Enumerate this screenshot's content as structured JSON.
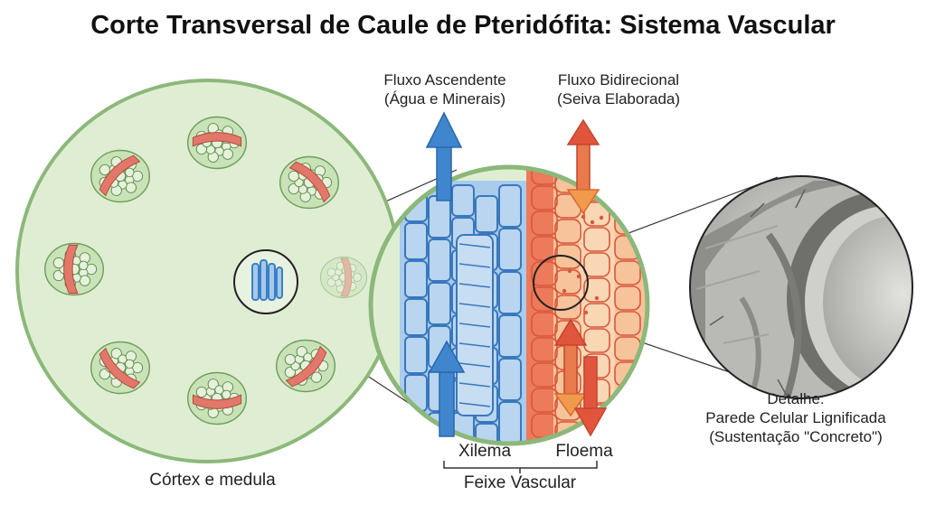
{
  "title": "Corte Transversal de Caule de Pteridófita: Sistema Vascular",
  "labels": {
    "flow_up_line1": "Fluxo Ascendente",
    "flow_up_line2": "(Água e Minerais)",
    "flow_bi_line1": "Fluxo Bidirecional",
    "flow_bi_line2": "(Seiva Elaborada)",
    "cortex": "Córtex e medula",
    "xylem": "Xilema",
    "phloem": "Floema",
    "bundle": "Feixe Vascular",
    "detail_line1": "Detalhe:",
    "detail_line2": "Parede Celular Lignificada",
    "detail_line3": "(Sustentação \"Concreto\")"
  },
  "colors": {
    "stem_fill": "#dfeed3",
    "stem_border": "#8cb87a",
    "xylem_blue": "#4f8fcf",
    "phloem_red": "#e0644a",
    "phloem_orange": "#f2a166",
    "detail_gray": "#9a9a96"
  }
}
